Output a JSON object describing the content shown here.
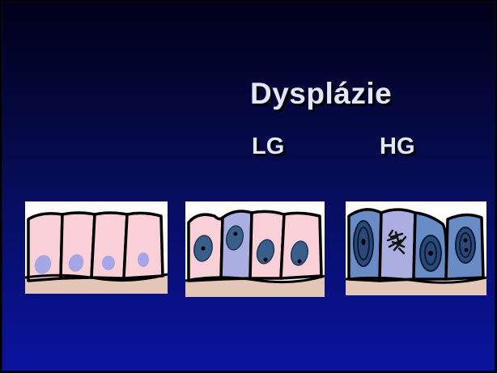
{
  "slide": {
    "title": "Dysplázie",
    "labels": {
      "low_grade": "LG",
      "high_grade": "HG"
    }
  },
  "colors": {
    "background_top": "#000018",
    "background_bottom": "#0a13a0",
    "text": "#dfe8ff",
    "normal_cell": "#f9cfd8",
    "normal_nucleus": "#a6a6e6",
    "atypical_cell": "#aaaee0",
    "dark_nucleus": "#3a5e8a",
    "hg_cell": "#6a8cc6",
    "basement": "#e0c4b4"
  }
}
